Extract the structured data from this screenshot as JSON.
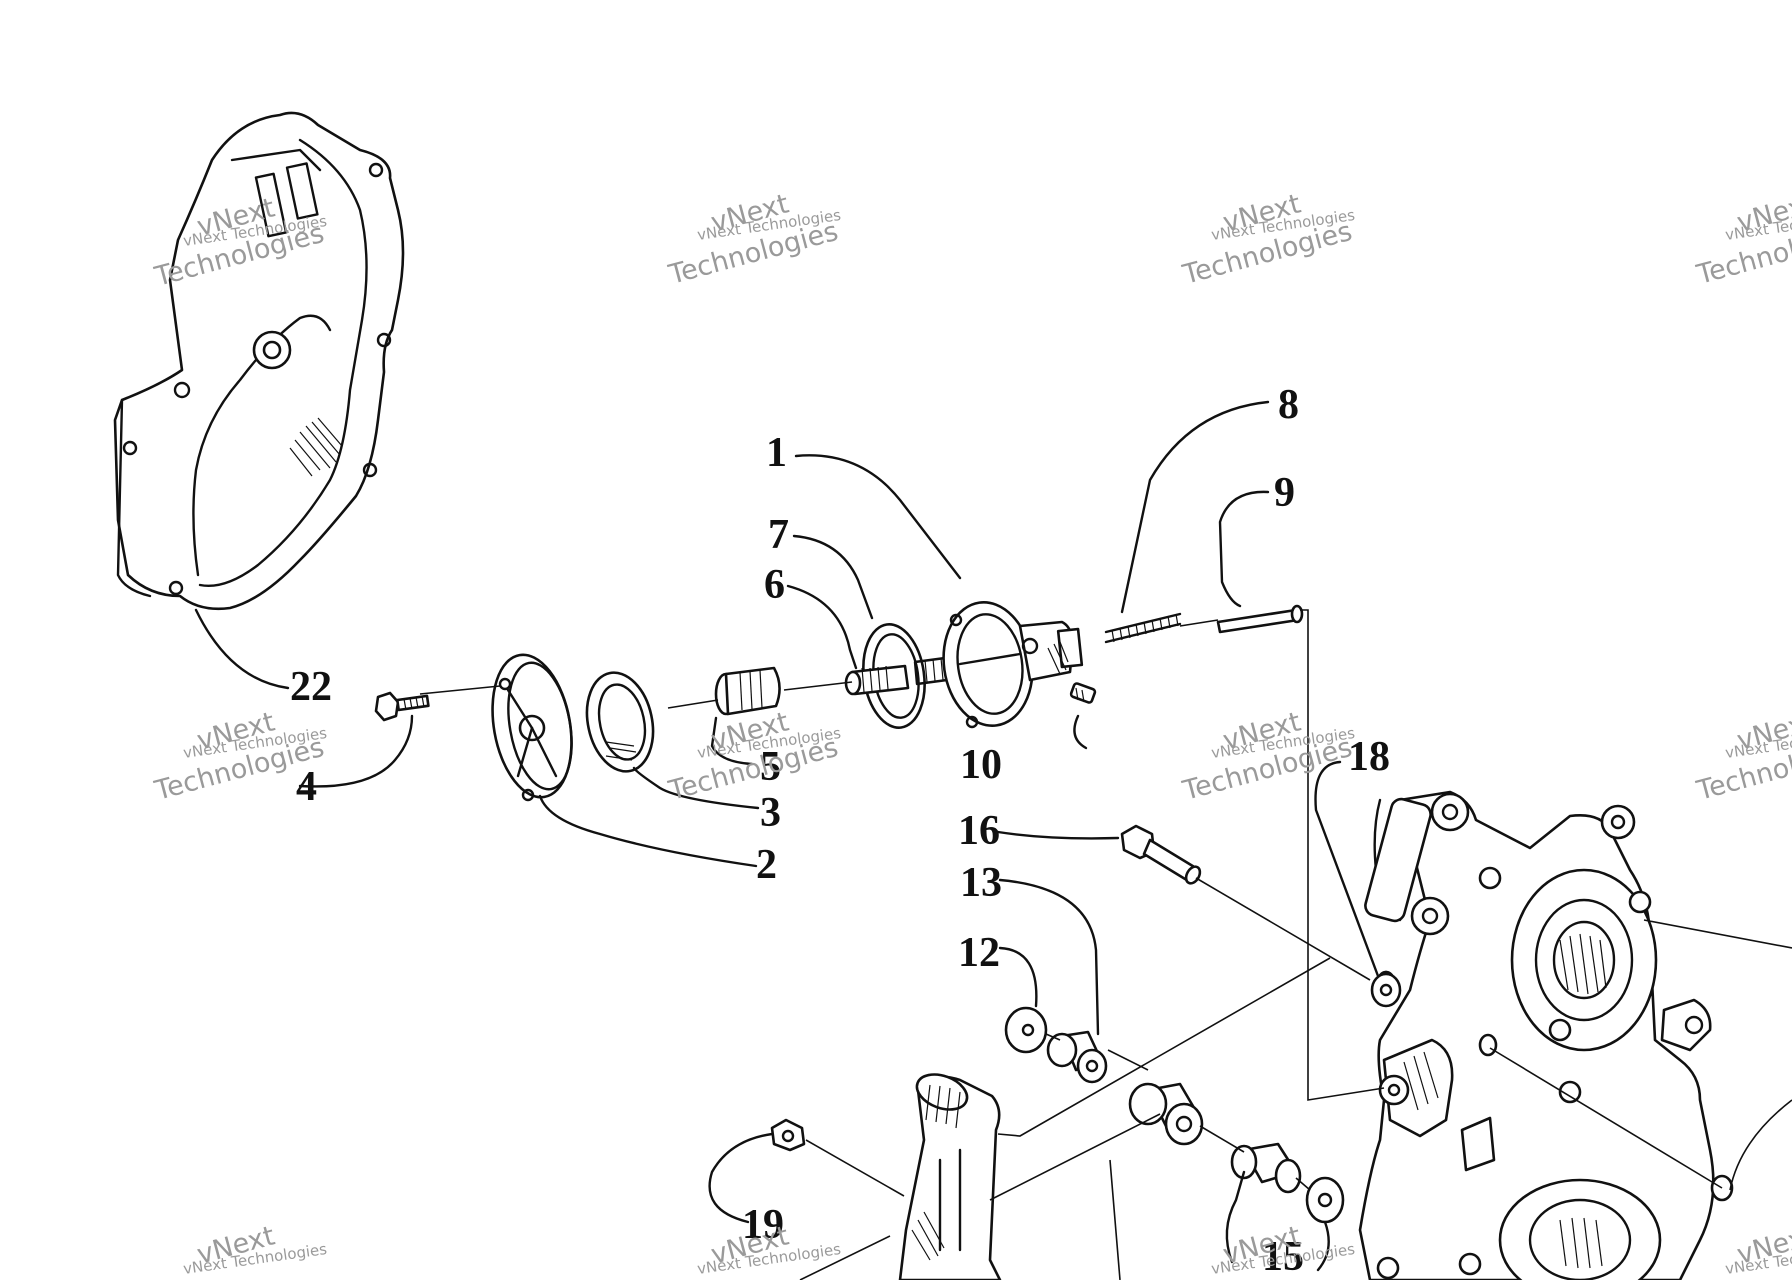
{
  "callouts": {
    "c1": "1",
    "c2": "2",
    "c3": "3",
    "c4": "4",
    "c5": "5",
    "c6": "6",
    "c7": "7",
    "c8": "8",
    "c9": "9",
    "c10": "10",
    "c12": "12",
    "c13": "13",
    "c15": "15",
    "c16": "16",
    "c18": "18",
    "c19": "19",
    "c22": "22"
  },
  "watermark": {
    "line1": "vNext Technologies",
    "line2": "vNext",
    "line3": "Technologies"
  }
}
